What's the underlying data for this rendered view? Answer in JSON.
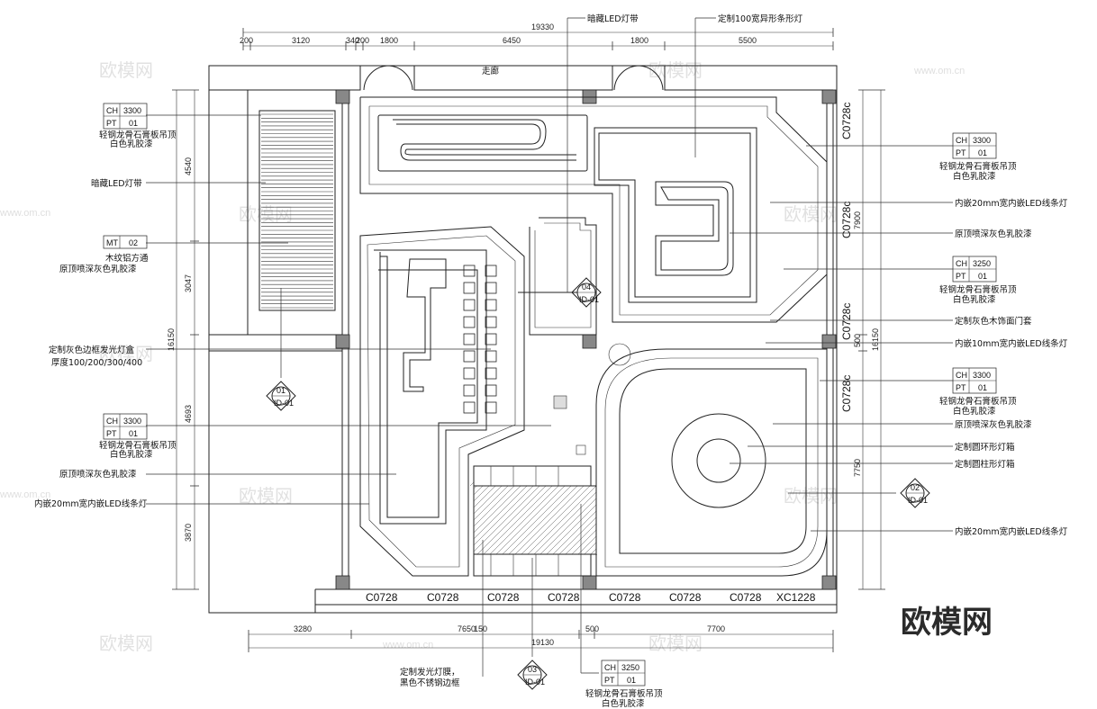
{
  "dimensions": {
    "top_total": "19330",
    "top_segments": [
      "200",
      "3120",
      "340",
      "200",
      "1800",
      "6450",
      "1800",
      "5500"
    ],
    "left": [
      "4540",
      "3047",
      "16150",
      "4693",
      "3870"
    ],
    "right": [
      "7900",
      "500",
      "16150",
      "7750"
    ],
    "bottom_segments": [
      "3280",
      "7650",
      "150",
      "500",
      "7700"
    ],
    "bottom_total": "19130"
  },
  "room_label": "走廊",
  "windows": {
    "bottom": [
      "C0728",
      "C0728",
      "C0728",
      "C0728",
      "C0728",
      "C0728",
      "C0728",
      "XC1228"
    ],
    "right": [
      "C0728c",
      "C0728c",
      "C0728c",
      "C0728c"
    ]
  },
  "annotations": {
    "top": [
      "暗藏LED灯带",
      "定制100宽异形条形灯"
    ],
    "left": [
      {
        "ch": "CH",
        "ch_val": "3300",
        "pt": "PT",
        "pt_val": "01",
        "lines": [
          "轻钢龙骨石膏板吊顶",
          "白色乳胶漆"
        ]
      },
      {
        "lines": [
          "暗藏LED灯带"
        ]
      },
      {
        "ch": "MT",
        "ch_val": "02",
        "lines": [
          "木纹铝方通",
          "原顶喷深灰色乳胶漆"
        ]
      },
      {
        "lines": [
          "定制灰色边框发光灯盒",
          "厚度100/200/300/400"
        ]
      },
      {
        "ch": "CH",
        "ch_val": "3300",
        "pt": "PT",
        "pt_val": "01",
        "lines": [
          "轻钢龙骨石膏板吊顶",
          "白色乳胶漆"
        ]
      },
      {
        "lines": [
          "原顶喷深灰色乳胶漆"
        ]
      },
      {
        "lines": [
          "内嵌20mm宽内嵌LED线条灯"
        ]
      }
    ],
    "right": [
      {
        "ch": "CH",
        "ch_val": "3300",
        "pt": "PT",
        "pt_val": "01",
        "lines": [
          "轻钢龙骨石膏板吊顶",
          "白色乳胶漆"
        ]
      },
      {
        "lines": [
          "内嵌20mm宽内嵌LED线条灯"
        ]
      },
      {
        "lines": [
          "原顶喷深灰色乳胶漆"
        ]
      },
      {
        "ch": "CH",
        "ch_val": "3250",
        "pt": "PT",
        "pt_val": "01",
        "lines": [
          "轻钢龙骨石膏板吊顶",
          "白色乳胶漆"
        ]
      },
      {
        "lines": [
          "定制灰色木饰面门套"
        ]
      },
      {
        "lines": [
          "内嵌10mm宽内嵌LED线条灯"
        ]
      },
      {
        "ch": "CH",
        "ch_val": "3300",
        "pt": "PT",
        "pt_val": "01",
        "lines": [
          "轻钢龙骨石膏板吊顶",
          "白色乳胶漆"
        ]
      },
      {
        "lines": [
          "原顶喷深灰色乳胶漆"
        ]
      },
      {
        "lines": [
          "定制圆环形灯箱"
        ]
      },
      {
        "lines": [
          "定制圆柱形灯箱"
        ]
      },
      {
        "lines": [
          "内嵌20mm宽内嵌LED线条灯"
        ]
      }
    ],
    "bottom": [
      {
        "lines": [
          "定制发光灯膜，",
          "黑色不锈钢边框"
        ]
      },
      {
        "ch": "CH",
        "ch_val": "3250",
        "pt": "PT",
        "pt_val": "01",
        "lines": [
          "轻钢龙骨石膏板吊顶",
          "白色乳胶漆"
        ]
      }
    ]
  },
  "section_marks": [
    {
      "num": "01",
      "sheet": "ID-01"
    },
    {
      "num": "02",
      "sheet": "ID-01"
    },
    {
      "num": "03",
      "sheet": "ID-01"
    },
    {
      "num": "04",
      "sheet": "ID-01"
    }
  ],
  "watermark": {
    "logo": "欧模网",
    "url": "www.om.cn"
  }
}
